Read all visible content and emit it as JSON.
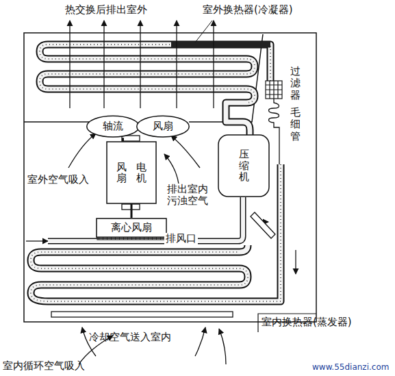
{
  "diagram": {
    "nodes": [
      {
        "text": [
          "轴流"
        ]
      },
      {
        "text": [
          "风扇"
        ]
      },
      {
        "text": [
          "风扇",
          "电机"
        ]
      },
      {
        "text": [
          "压缩机"
        ]
      },
      {
        "text": [
          "离心风扇"
        ]
      }
    ],
    "edges": [
      {
        "from": 2,
        "to": 0,
        "arrow": "none"
      },
      {
        "from": 2,
        "to": 4,
        "arrow": "none"
      }
    ],
    "labels": [
      "热交换后排出室外",
      "室外换热器(冷凝器)",
      "过滤器",
      "毛细管",
      "室外空气吸入",
      "排出室内污浊空气",
      "排风口",
      "冷却空气送入室内",
      "室内换热器(蒸发器)",
      "室内循环空气吸入",
      "www.55dianzi.com"
    ]
  }
}
